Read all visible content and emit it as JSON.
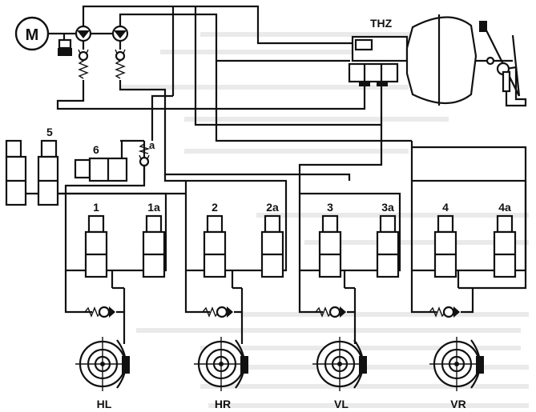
{
  "labels": {
    "motor": "M",
    "master_cylinder": "THZ",
    "valve_5": "5",
    "valve_6": "6",
    "check_valve_a": "a",
    "valves": [
      "1",
      "1a",
      "2",
      "2a",
      "3",
      "3a",
      "4",
      "4a"
    ],
    "wheels": [
      "HL",
      "HR",
      "VL",
      "VR"
    ]
  }
}
